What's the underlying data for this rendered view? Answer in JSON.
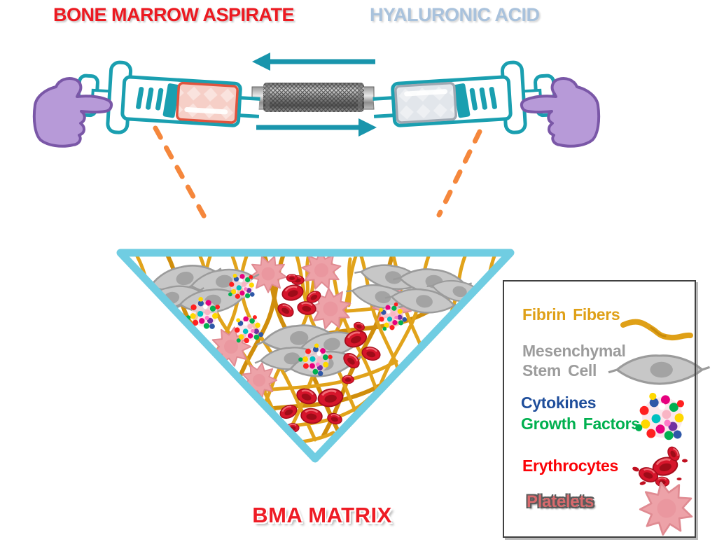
{
  "diagram": {
    "title_left": "BONE MARROW ASPIRATE",
    "title_right": "HYALURONIC ACID",
    "bottom_label": "BMA MATRIX"
  },
  "legend": {
    "fibrin": {
      "label": "Fibrin Fibers"
    },
    "msc": {
      "label_line1": "Mesenchymal",
      "label_line2": "Stem Cell"
    },
    "signals": {
      "label_line1": "Cytokines",
      "label_line2": "Growth Factors"
    },
    "erythrocytes": {
      "label": "Erythrocytes"
    },
    "platelets": {
      "label": "Platelets"
    }
  },
  "icons": {
    "fibrin_fiber": "wavy-gold-line",
    "mesenchymal_stem_cell": "gray-spindle-cell",
    "cytokines_growth_factors": "multicolor-dot-cluster",
    "erythrocytes": "red-blood-cell-cluster",
    "platelets": "pink-star-platelet",
    "left_hand": "purple-hand-pointing-right",
    "right_hand": "purple-hand-pointing-left",
    "connector": "metal-luer-lock-connector"
  },
  "colors": {
    "title_left_red": "#EC1A21",
    "title_right_blue": "#A9C2DC",
    "syringe_teal": "#1A9FB0",
    "arrow_teal": "#1995AC",
    "triangle_blue": "#70CDE2",
    "dash_orange": "#F5873C",
    "fibrin_gold": "#E1A31B",
    "msc_gray": "#C7C7C7",
    "cytokines_blue": "#1F4E9B",
    "growth_green": "#00B04F",
    "erythrocyte_red": "#D6152B",
    "platelet_pink": "#EDA2A8",
    "hand_purple": "#B79AD8",
    "bma_fluid_pink": "#F6CFC7",
    "ha_fluid_gray": "#E2E6EB"
  }
}
